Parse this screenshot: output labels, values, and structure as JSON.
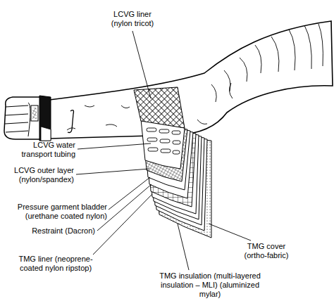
{
  "diagram": {
    "labels": [
      "LCVG liner (nylon tricot)",
      "LCVG water transport tubing",
      "LCVG outer layer (nylon/spandex)",
      "Pressure garment bladder (urethane coated nylon)",
      "Restraint (Dacron)",
      "TMG liner (neoprene-coated nylon ripstop)",
      "TMG cover (ortho-fabric)",
      "TMG insulation (multi-layered insulation – MLI) (aluminized mylar)"
    ]
  }
}
